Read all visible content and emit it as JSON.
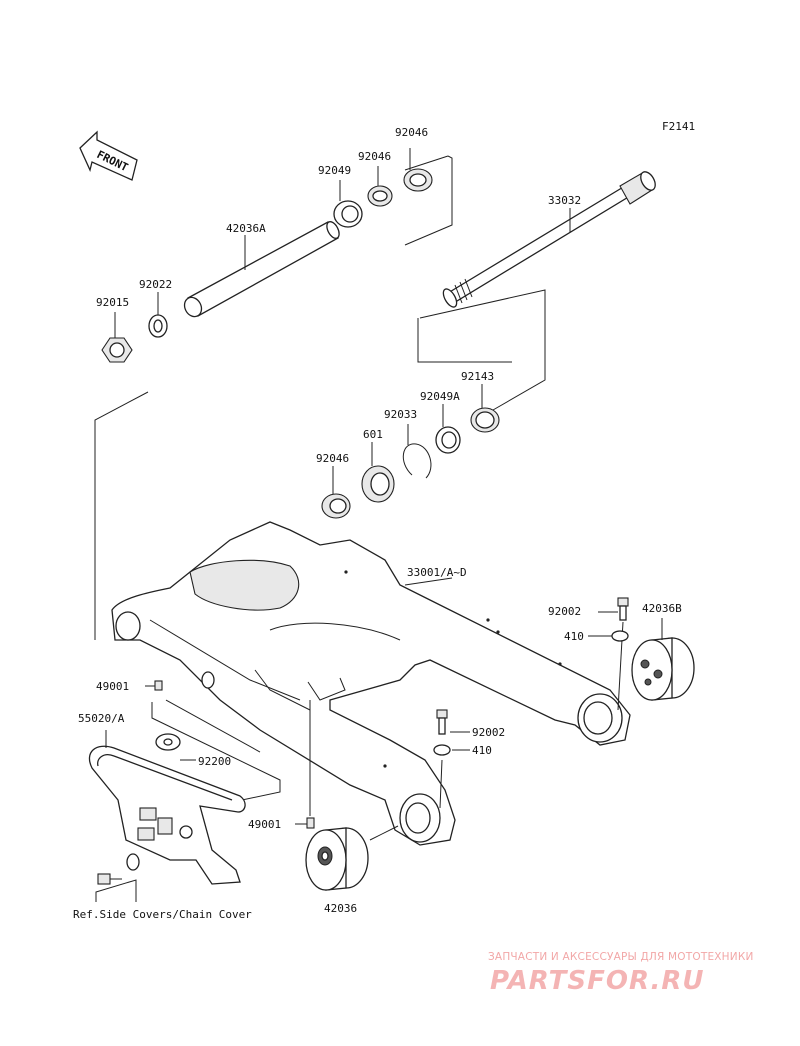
{
  "figure_code": "F2141",
  "front_label": "FRONT",
  "reference_note": "Ref.Side Covers/Chain Cover",
  "part_labels": {
    "p92046_top": "92046",
    "p92046_mid": "92046",
    "p92049": "92049",
    "p33032": "33032",
    "p42036A": "42036A",
    "p92022": "92022",
    "p92015": "92015",
    "p92143": "92143",
    "p92049A": "92049A",
    "p92033": "92033",
    "p601": "601",
    "p92046_low": "92046",
    "p33001": "33001/A~D",
    "p92002_right": "92002",
    "p42036B": "42036B",
    "p410_right": "410",
    "p49001_upper": "49001",
    "p55020": "55020/A",
    "p92200": "92200",
    "p92002_center": "92002",
    "p410_center": "410",
    "p49001_lower": "49001",
    "p42036": "42036"
  },
  "watermark": {
    "caption": "ЗАПЧАСТИ И АКСЕССУАРЫ ДЛЯ МОТОТЕХНИКИ",
    "logo": "PARTSFOR.RU"
  }
}
